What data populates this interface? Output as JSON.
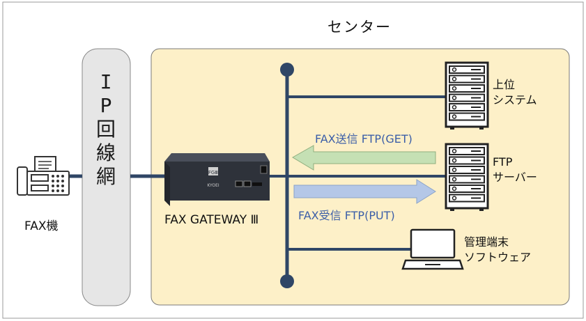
{
  "center_title": "センター",
  "ip_network_chars": [
    "I",
    "P",
    "回",
    "線",
    "網"
  ],
  "fax_machine_label": "FAX機",
  "gateway_label": "FAX GATEWAY Ⅲ",
  "gateway_badge": "FGⅢ",
  "gateway_brand": "KYOEI",
  "flow_get_label": "FAX送信 FTP(GET)",
  "flow_put_label": "FAX受信 FTP(PUT)",
  "upper_system_label": [
    "上位",
    "システム"
  ],
  "ftp_server_label": [
    "FTP",
    "サーバー"
  ],
  "terminal_label": [
    "管理端末",
    "ソフトウェア"
  ],
  "colors": {
    "center_fill": "#fdf0c8",
    "network_fill": "#e6e6e6",
    "bus_line": "#2f4666",
    "arrow_get": "#c5e0b4",
    "arrow_put": "#b4c7e7"
  }
}
